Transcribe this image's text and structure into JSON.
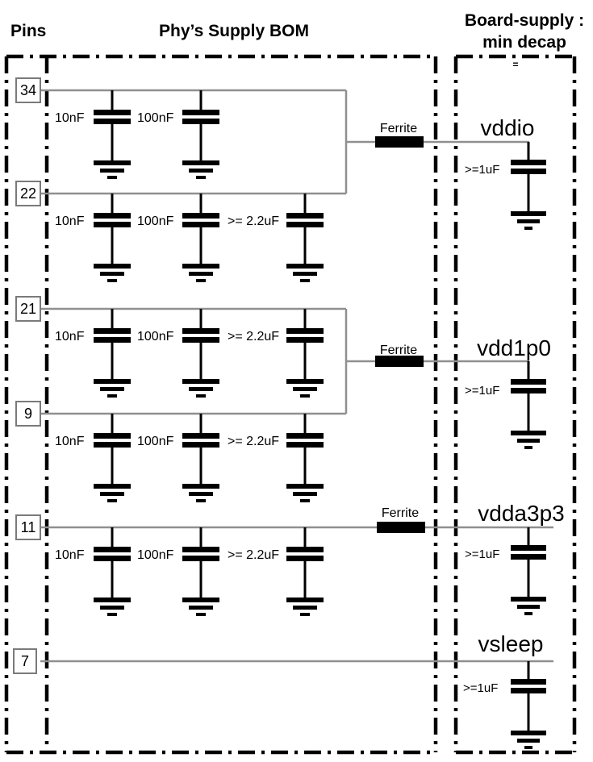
{
  "headers": {
    "pins": "Pins",
    "bom": "Phy’s Supply BOM",
    "board_line1": "Board-supply :",
    "board_line2": "min decap",
    "board_equals": "="
  },
  "bom": {
    "ferrite_label": "Ferrite",
    "rows": [
      {
        "pin": "34",
        "caps": [
          "10nF",
          "100nF"
        ]
      },
      {
        "pin": "22",
        "caps": [
          "10nF",
          "100nF",
          ">= 2.2uF"
        ]
      },
      {
        "pin": "21",
        "caps": [
          "10nF",
          "100nF",
          ">= 2.2uF"
        ]
      },
      {
        "pin": "9",
        "caps": [
          "10nF",
          "100nF",
          ">= 2.2uF"
        ]
      },
      {
        "pin": "11",
        "caps": [
          "10nF",
          "100nF",
          ">= 2.2uF"
        ]
      },
      {
        "pin": "7",
        "caps": []
      }
    ]
  },
  "board": {
    "supplies": [
      {
        "name": "vddio",
        "decap": ">=1uF"
      },
      {
        "name": "vdd1p0",
        "decap": ">=1uF"
      },
      {
        "name": "vdda3p3",
        "decap": ">=1uF"
      },
      {
        "name": "vsleep",
        "decap": ">=1uF"
      }
    ]
  },
  "colors": {
    "ink": "#000000",
    "wire": "#8f8f8f",
    "pin_box_border": "#7a7a7a"
  }
}
